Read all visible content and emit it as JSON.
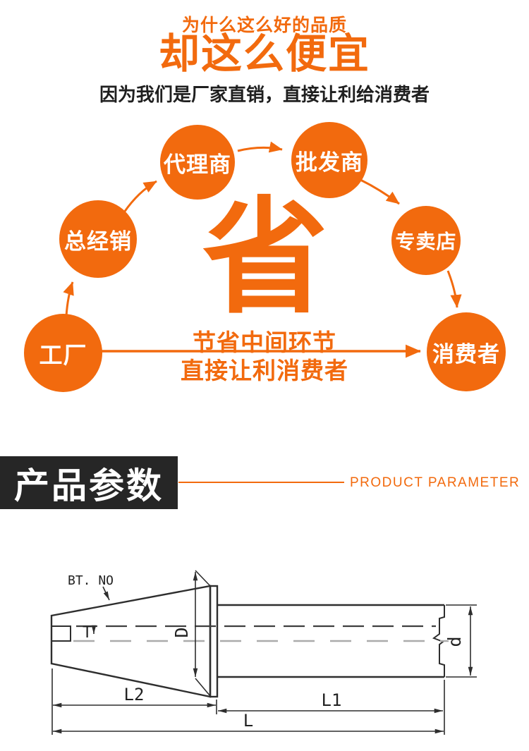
{
  "colors": {
    "accent": "#f26a0e",
    "banner_background": "#262626",
    "drawing_line": "#2e2e2e",
    "centerline_gray": "#ababab",
    "text_dark": "#1f1f1f"
  },
  "header": {
    "subtitle": "为什么这么好的品质",
    "title": "却这么便宜",
    "description": "因为我们是厂家直销，直接让利给消费者"
  },
  "diagram": {
    "center_character": "省",
    "slogan_line1": "节省中间环节",
    "slogan_line2": "直接让利消费者",
    "nodes": [
      {
        "id": "factory",
        "label": "工厂"
      },
      {
        "id": "general-distributor",
        "label": "总经销"
      },
      {
        "id": "agent",
        "label": "代理商"
      },
      {
        "id": "wholesaler",
        "label": "批发商"
      },
      {
        "id": "specialty-store",
        "label": "专卖店"
      },
      {
        "id": "consumer",
        "label": "消费者"
      }
    ]
  },
  "section_header": {
    "title_cn": "产品参数",
    "title_en": "PRODUCT PARAMETER"
  },
  "technical_drawing": {
    "labels": {
      "taper": "BT. NO",
      "t_dim": "T",
      "big_diameter": "D",
      "small_diameter": "d",
      "taper_length": "L2",
      "shank_length": "L1",
      "total_length": "L"
    }
  }
}
